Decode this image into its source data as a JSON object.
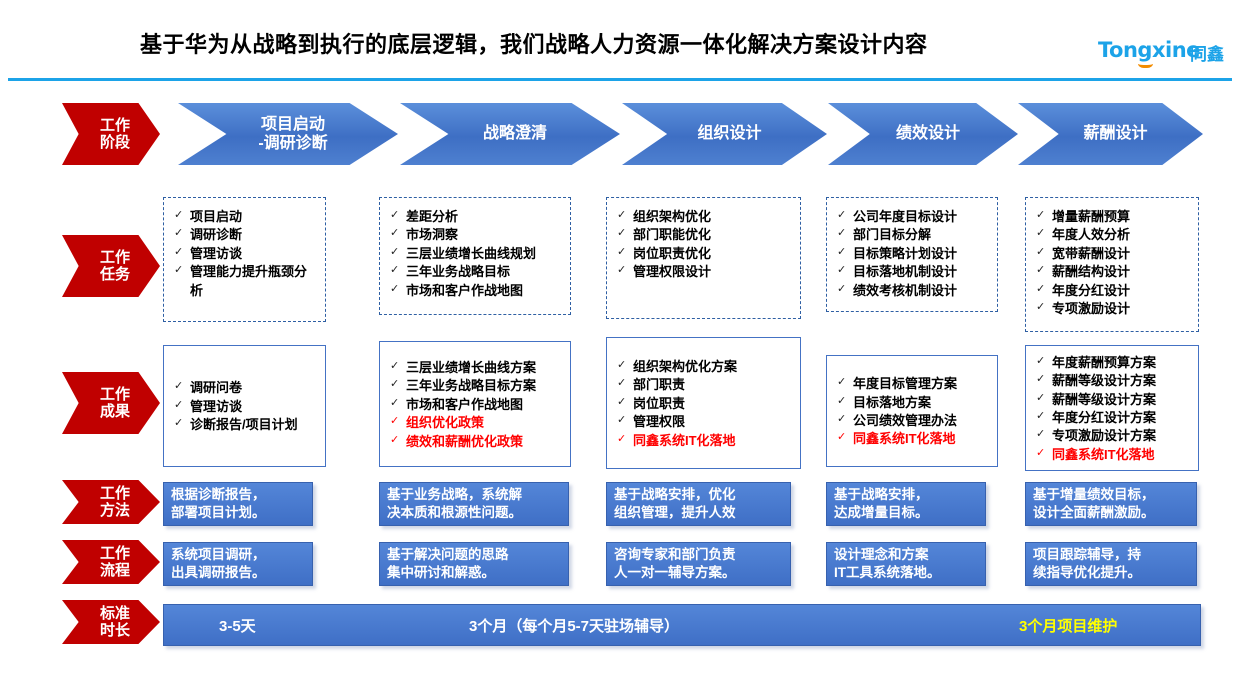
{
  "header": {
    "title": "基于华为从战略到执行的底层逻辑，我们战略人力资源一体化解决方案设计内容",
    "logo_text": "Tongxine",
    "logo_cn": "同鑫",
    "accent_color": "#1CA3E8"
  },
  "colors": {
    "label_red": "#C00000",
    "stage_blue": "#4472C4",
    "highlight_red": "#FF0000",
    "highlight_yellow": "#FFFF00"
  },
  "row_labels": [
    {
      "line1": "工作",
      "line2": "阶段"
    },
    {
      "line1": "工作",
      "line2": "任务"
    },
    {
      "line1": "工作",
      "line2": "成果"
    },
    {
      "line1": "工作",
      "line2": "方法"
    },
    {
      "line1": "工作",
      "line2": "流程"
    },
    {
      "line1": "标准",
      "line2": "时长"
    }
  ],
  "stages": [
    "项目启动\n-调研诊断",
    "战略澄清",
    "组织设计",
    "绩效设计",
    "薪酬设计"
  ],
  "tasks": [
    [
      "项目启动",
      "调研诊断",
      "管理访谈",
      "管理能力提升瓶颈分析"
    ],
    [
      "差距分析",
      "市场洞察",
      "三层业绩增长曲线规划",
      "三年业务战略目标",
      "市场和客户作战地图"
    ],
    [
      "组织架构优化",
      "部门职能优化",
      "岗位职责优化",
      "管理权限设计"
    ],
    [
      "公司年度目标设计",
      "部门目标分解",
      "目标策略计划设计",
      "目标落地机制设计",
      "绩效考核机制设计"
    ],
    [
      "增量薪酬预算",
      "年度人效分析",
      "宽带薪酬设计",
      "薪酬结构设计",
      "年度分红设计",
      "专项激励设计"
    ]
  ],
  "results": [
    [
      {
        "text": "调研问卷",
        "red": false
      },
      {
        "text": "管理访谈",
        "red": false
      },
      {
        "text": "诊断报告/项目计划",
        "red": false
      }
    ],
    [
      {
        "text": "三层业绩增长曲线方案",
        "red": false
      },
      {
        "text": "三年业务战略目标方案",
        "red": false
      },
      {
        "text": "市场和客户作战地图",
        "red": false
      },
      {
        "text": "组织优化政策",
        "red": true
      },
      {
        "text": "绩效和薪酬优化政策",
        "red": true
      }
    ],
    [
      {
        "text": "组织架构优化方案",
        "red": false
      },
      {
        "text": "部门职责",
        "red": false
      },
      {
        "text": "岗位职责",
        "red": false
      },
      {
        "text": "管理权限",
        "red": false
      },
      {
        "text": "同鑫系统IT化落地",
        "red": true
      }
    ],
    [
      {
        "text": "年度目标管理方案",
        "red": false
      },
      {
        "text": "目标落地方案",
        "red": false
      },
      {
        "text": "公司绩效管理办法",
        "red": false
      },
      {
        "text": "同鑫系统IT化落地",
        "red": true
      }
    ],
    [
      {
        "text": "年度薪酬预算方案",
        "red": false
      },
      {
        "text": "薪酬等级设计方案",
        "red": false
      },
      {
        "text": "薪酬等级设计方案",
        "red": false
      },
      {
        "text": "年度分红设计方案",
        "red": false
      },
      {
        "text": "专项激励设计方案",
        "red": false
      },
      {
        "text": "同鑫系统IT化落地",
        "red": true
      }
    ]
  ],
  "methods": [
    "根据诊断报告，\n部署项目计划。",
    "基于业务战略，系统解\n决本质和根源性问题。",
    "基于战略安排，优化\n组织管理，提升人效",
    "基于战略安排，\n达成增量目标。",
    "基于增量绩效目标，\n设计全面薪酬激励。"
  ],
  "processes": [
    "系统项目调研，\n出具调研报告。",
    "基于解决问题的思路\n集中研讨和解惑。",
    "咨询专家和部门负责\n人一对一辅导方案。",
    "设计理念和方案\nIT工具系统落地。",
    "项目跟踪辅导，持\n续指导优化提升。"
  ],
  "duration": {
    "first": "3-5天",
    "middle": "3个月（每个月5-7天驻场辅导）",
    "last": "3个月项目维护"
  }
}
